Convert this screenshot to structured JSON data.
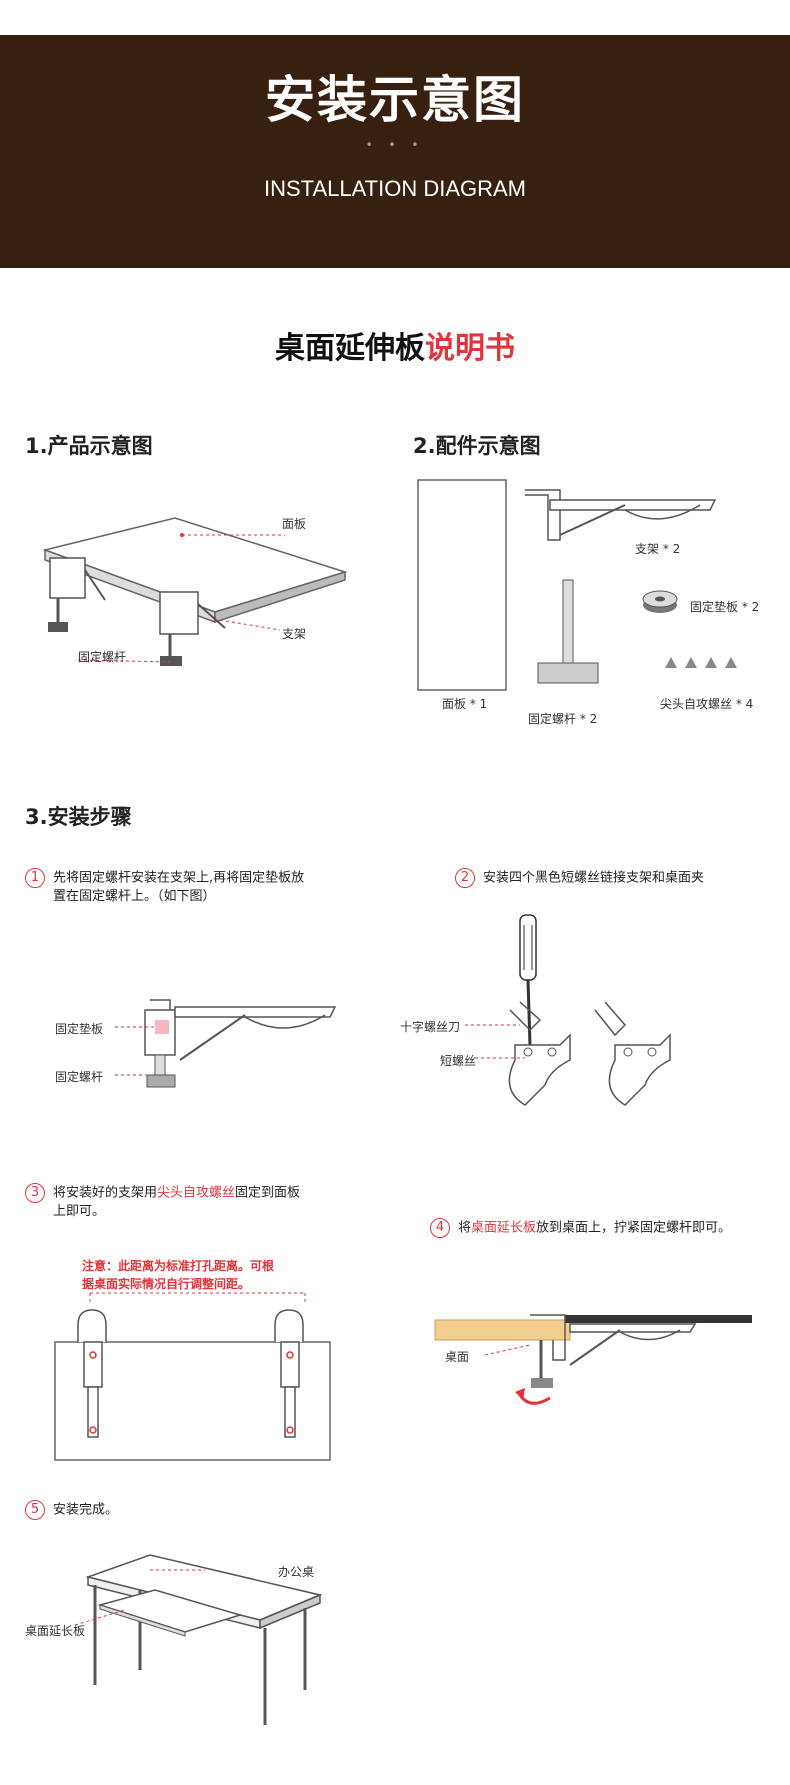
{
  "banner": {
    "title": "安装示意图",
    "dots": "• • •",
    "subtitle": "INSTALLATION DIAGRAM"
  },
  "manual": {
    "title_black": "桌面延伸板",
    "title_red": "说明书"
  },
  "section1": {
    "title": "1.产品示意图",
    "label_panel": "面板",
    "label_bracket": "支架",
    "label_screw": "固定螺杆"
  },
  "section2": {
    "title": "2.配件示意图",
    "label_panel": "面板 * 1",
    "label_bracket": "支架 * 2",
    "label_pad": "固定垫板 * 2",
    "label_screw": "固定螺杆 * 2",
    "label_tapping": "尖头自攻螺丝 * 4"
  },
  "section3": {
    "title": "3.安装步骤",
    "step1": {
      "num": "1",
      "text_line1": "先将固定螺杆安装在支架上,再将固定垫板放",
      "text_line2": "置在固定螺杆上。（如下图）",
      "label_pad": "固定垫板",
      "label_screw": "固定螺杆"
    },
    "step2": {
      "num": "2",
      "text": "安装四个黑色短螺丝链接支架和桌面夹",
      "label_driver": "十字螺丝刀",
      "label_short": "短螺丝"
    },
    "step3": {
      "num": "3",
      "text_a": "将安装好的支架用",
      "text_red": "尖头自攻螺丝",
      "text_b": "固定到面板",
      "text_line2": "上即可。",
      "note_line1": "注意：此距离为标准打孔距离。可根",
      "note_line2": "据桌面实际情况自行调整间距。"
    },
    "step4": {
      "num": "4",
      "text_a": "将",
      "text_red": "桌面延长板",
      "text_b": "放到桌面上，拧紧固定螺杆即可。",
      "label_desk": "桌面"
    },
    "step5": {
      "num": "5",
      "text": "安装完成。",
      "label_office": "办公桌",
      "label_ext": "桌面延长板"
    }
  },
  "colors": {
    "banner_bg": "#37200f",
    "accent_red": "#e2353b",
    "wood": "#f2cf8e"
  }
}
